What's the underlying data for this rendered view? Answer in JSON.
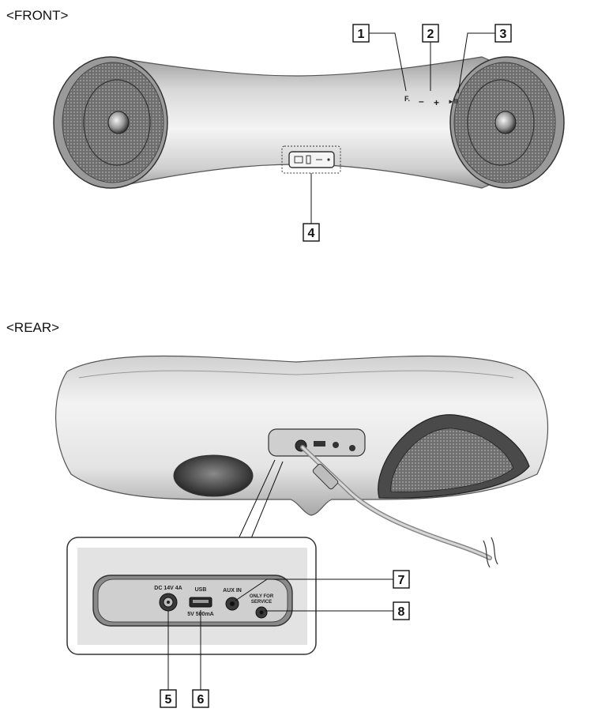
{
  "headings": {
    "front": "<FRONT>",
    "rear": "<REAR>"
  },
  "callouts": [
    "1",
    "2",
    "3",
    "4",
    "5",
    "6",
    "7",
    "8"
  ],
  "front_buttons": {
    "function": "F.",
    "volume_down": "–",
    "volume_up": "+",
    "play_pause": "►II"
  },
  "rear_ports": {
    "dc": "DC 14V 4A",
    "usb": "USB",
    "usb_rating": "5V 500mA",
    "aux": "AUX IN",
    "service_line1": "ONLY FOR",
    "service_line2": "SERVICE"
  },
  "colors": {
    "body_light": "#f2f2f2",
    "body_mid": "#c9c9c9",
    "body_dark": "#8a8a8a",
    "grille": "#777777",
    "panel": "#e6e6e6",
    "port_panel": "#c4c4c4"
  }
}
